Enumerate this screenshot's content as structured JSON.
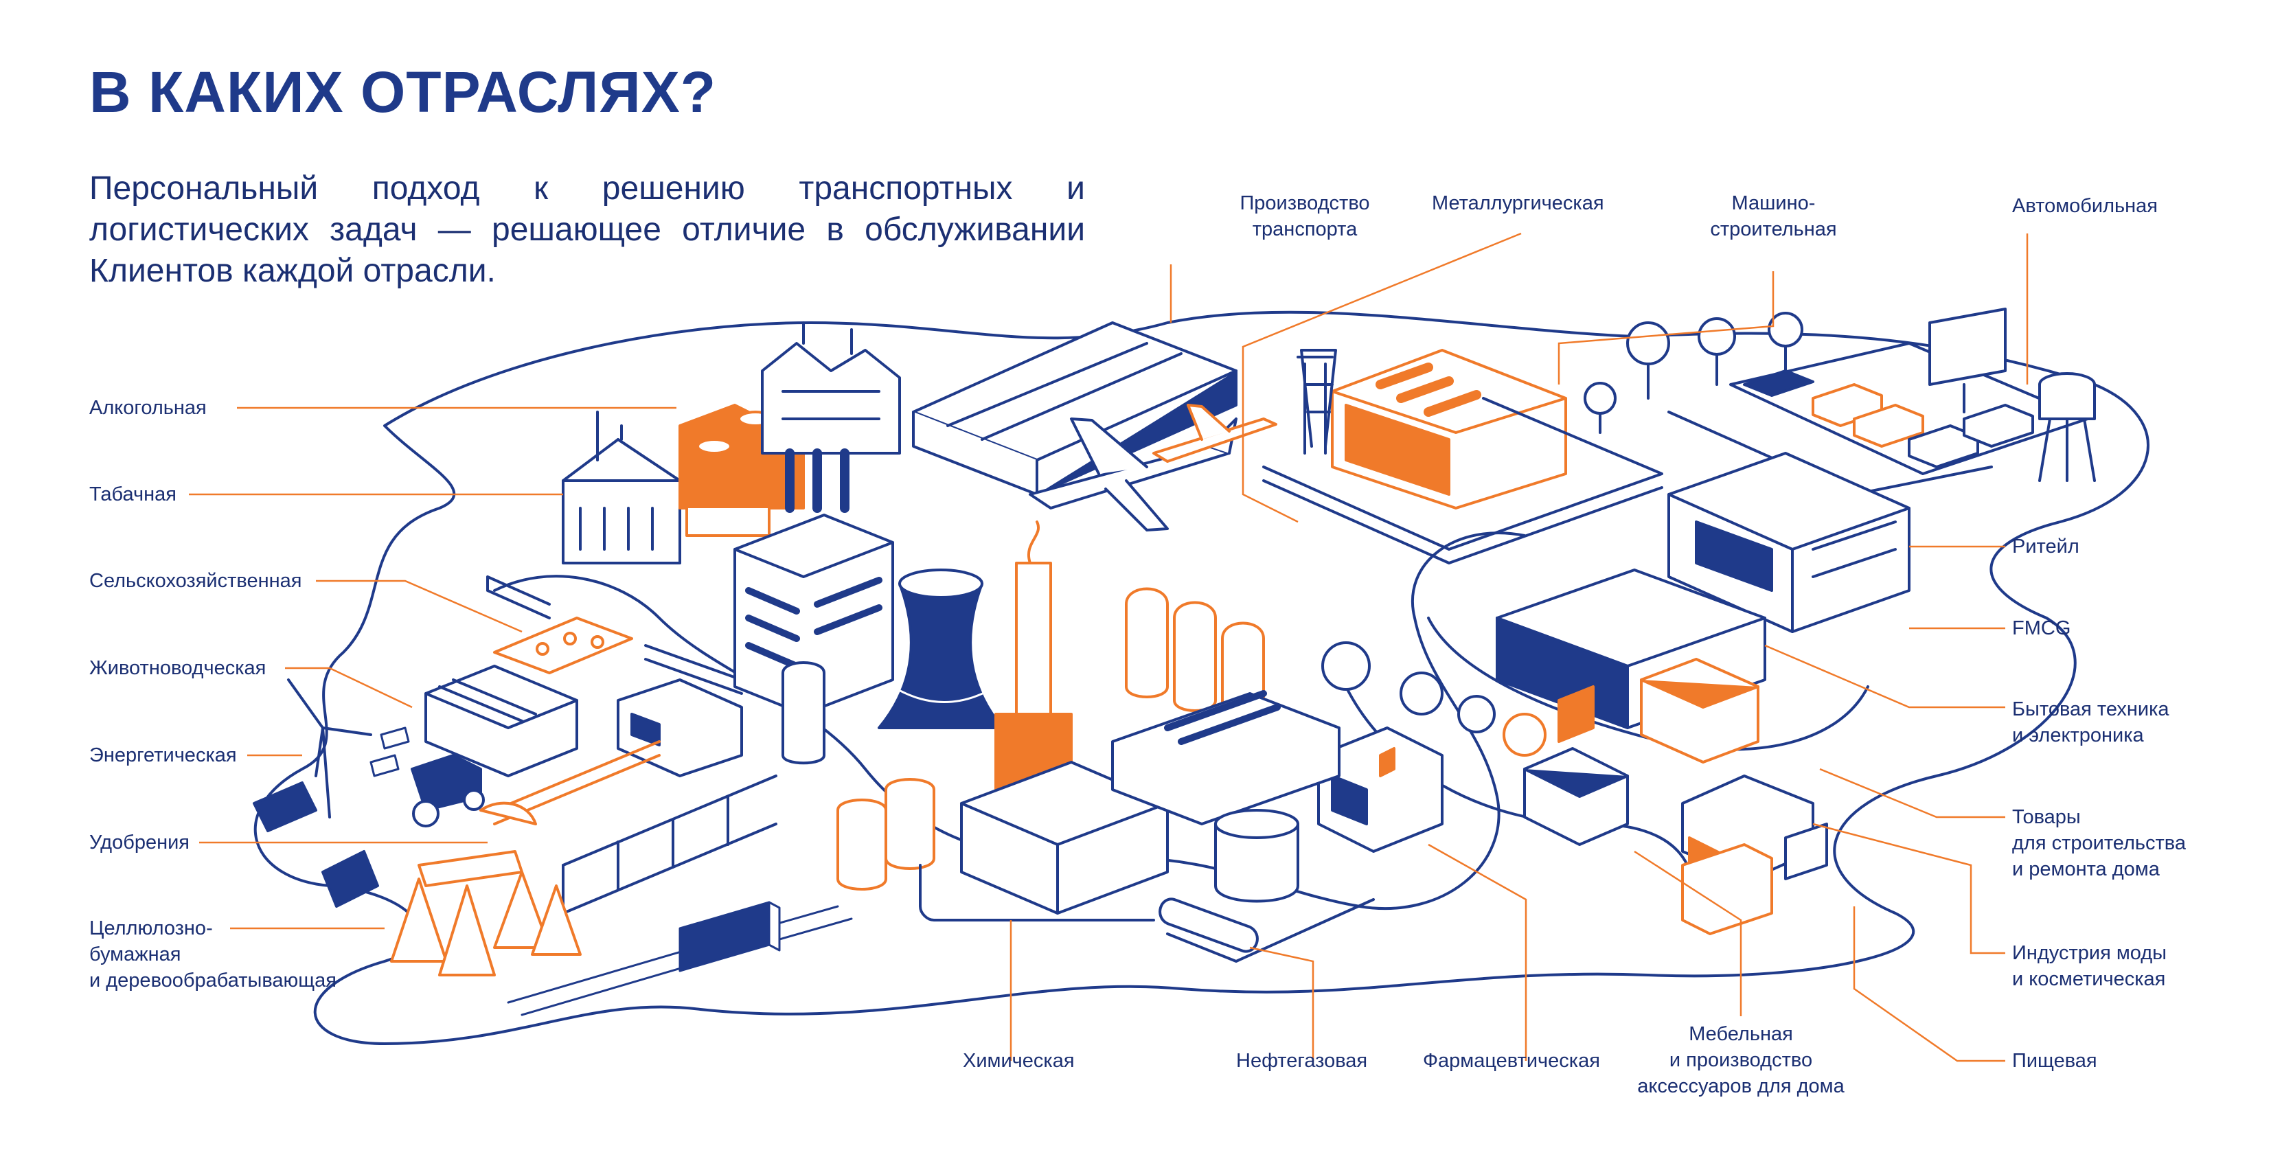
{
  "header": {
    "title": "В КАКИХ ОТРАСЛЯХ?",
    "subtitle": "Персональный подход к решению транспортных и логистических задач — решающее отличие в обслуживании Клиентов каждой отрасли."
  },
  "colors": {
    "navy": "#1f3a8a",
    "orange": "#f07a2a",
    "text": "#1b2f72"
  },
  "labels": {
    "alcohol": "Алкогольная",
    "tobacco": "Табачная",
    "agriculture": "Сельскохозяйственная",
    "livestock": "Животноводческая",
    "energy": "Энергетическая",
    "fertilizers": "Удобрения",
    "pulp": "Целлюлозно-\nбумажная\nи деревообрабатывающая",
    "transport_production": "Производство\nтранспорта",
    "metallurgy": "Металлургическая",
    "machine_building": "Машино-\nстроительная",
    "automotive": "Автомобильная",
    "retail": "Ритейл",
    "fmcg": "FMCG",
    "electronics": "Бытовая техника\nи электроника",
    "construction_goods": "Товары\nдля строительства\nи ремонта дома",
    "fashion": "Индустрия моды\nи косметическая",
    "food": "Пищевая",
    "chemical": "Химическая",
    "oil_gas": "Нефтегазовая",
    "pharma": "Фармацевтическая",
    "furniture": "Мебельная\nи производство\nаксессуаров для дома"
  },
  "icons": {
    "illustration": "isometric-industrial-city",
    "factory": "factory-icon",
    "cooling_tower": "cooling-tower-icon",
    "airplane": "airplane-icon",
    "train": "freight-train-icon",
    "tractor": "tractor-icon",
    "wind_turbine": "wind-turbine-icon",
    "solar_panel": "solar-panel-icon",
    "trees": "pine-trees-icon",
    "tanks": "storage-tank-icon",
    "cars": "car-icon",
    "shops": "shop-icon"
  }
}
